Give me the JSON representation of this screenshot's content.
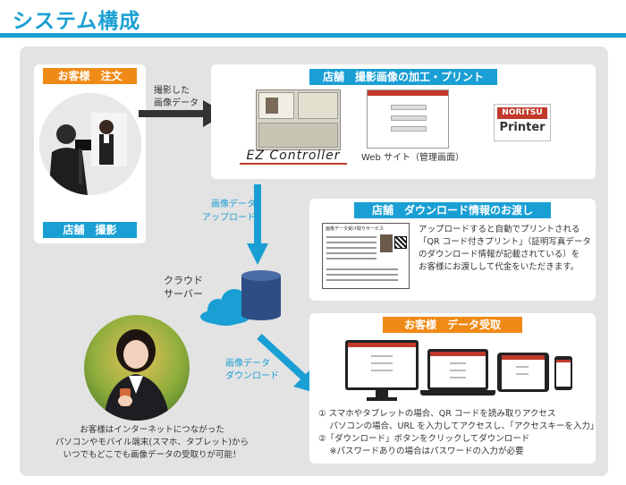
{
  "title": "システム構成",
  "customer_order": {
    "top_label": "お客様　注文",
    "bottom_label": "店舗　撮影"
  },
  "arrow_left": {
    "label_line1": "撮影した",
    "label_line2": "画像データ"
  },
  "store_processing": {
    "label": "店舗　撮影画像の加工・プリント",
    "ez_controller_logo": "EZ Controller",
    "website_caption": "Web サイト（管理画面）",
    "printer_logo_line1": "NORITSU",
    "printer_logo_line2": "Printer"
  },
  "upload": {
    "line1": "画像データ",
    "line2": "アップロード"
  },
  "cloud": {
    "line1": "クラウド",
    "line2": "サーバー"
  },
  "download_arrow": {
    "line1": "画像データ",
    "line2": "ダウンロード"
  },
  "store_delivery": {
    "label": "店舗　ダウンロード情報のお渡し",
    "card_title": "画像データ受け取りサービス",
    "text_lines": [
      "アップロードすると自動でプリントされる",
      "「QR コード付きプリント」（証明写真データ",
      "のダウンロード情報が記載されている）を",
      "お客様にお渡しして代金をいただきます。"
    ]
  },
  "customer_receive": {
    "label": "お客様　データ受取",
    "steps": [
      "① スマホやタブレットの場合、QR コードを読み取りアクセス",
      "　 パソコンの場合、URL を入力してアクセスし、「アクセスキーを入力」",
      "②「ダウンロード」ボタンをクリックしてダウンロード",
      "　 ※パスワードありの場合はパスワードの入力が必要"
    ]
  },
  "bottom_caption": {
    "line1": "お客様はインターネットにつながった",
    "line2": "パソコンやモバイル端末(スマホ、タブレット)から",
    "line3": "いつでもどこでも画像データの受取りが可能！"
  },
  "colors": {
    "accent_blue": "#1a9fd4",
    "orange": "#ef8a17",
    "panel_gray": "#e3e3e3"
  }
}
